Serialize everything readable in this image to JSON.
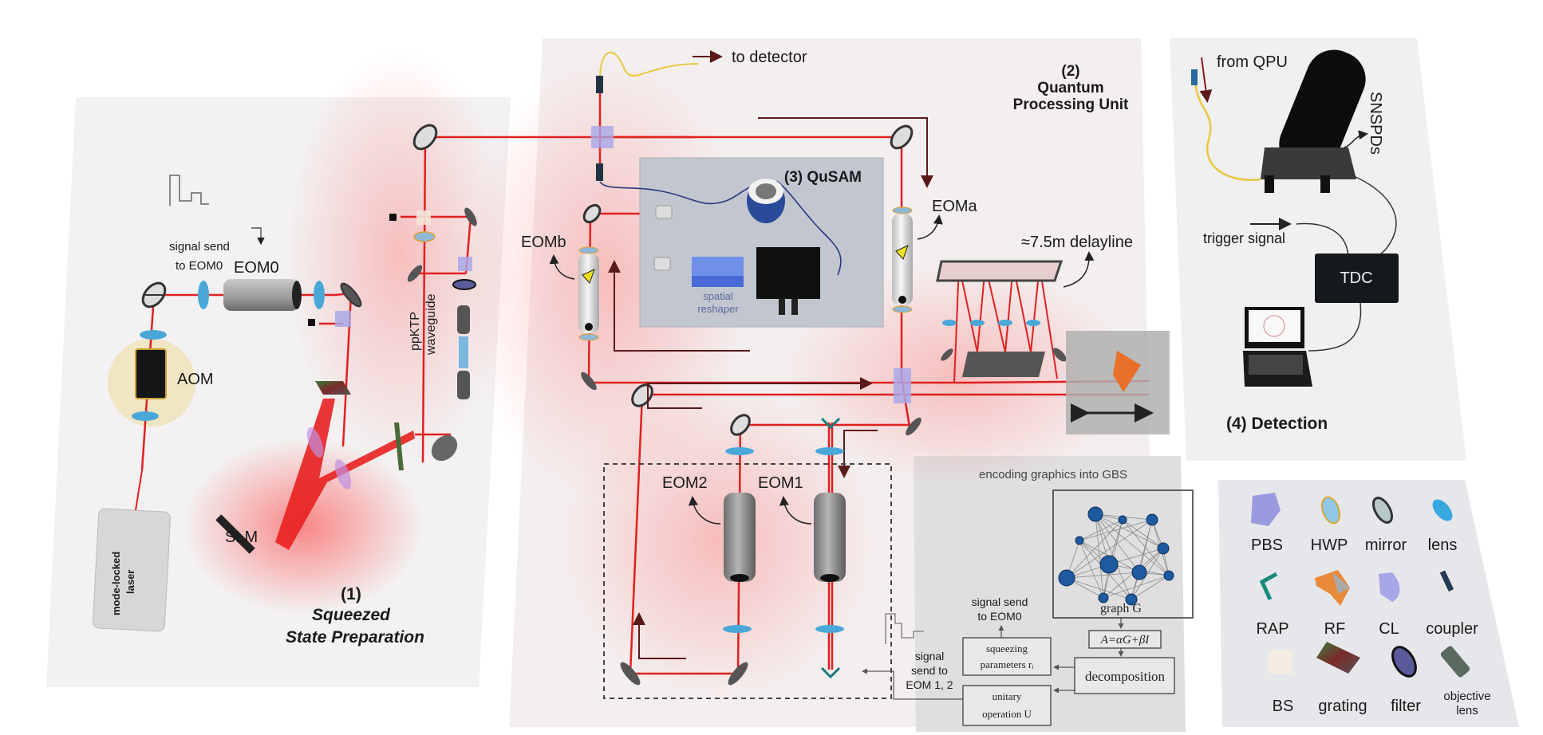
{
  "figure": {
    "panel1": {
      "number": "(1)",
      "title_line1": "Squeezed",
      "title_line2": "State Preparation",
      "labels": {
        "signal_send_line1": "signal send",
        "signal_send_line2": "to EOM0",
        "eom0": "EOM0",
        "aom": "AOM",
        "ppktp_line1": "ppKTP",
        "ppktp_line2": "waveguide",
        "slm": "SLM",
        "laser_line1": "mode-locked",
        "laser_line2": "laser"
      }
    },
    "panel2": {
      "number": "(2)",
      "title_line1": "Quantum",
      "title_line2": "Processing Unit",
      "labels": {
        "to_detector": "to detector",
        "eoma": "EOMa",
        "eomb": "EOMb",
        "delayline": "≈7.5m delayline",
        "eom1": "EOM1",
        "eom2": "EOM2"
      }
    },
    "panel3": {
      "title": "(3) QuSAM",
      "labels": {
        "spatial_line1": "spatial",
        "spatial_line2": "reshaper"
      }
    },
    "panel4": {
      "title": "(4) Detection",
      "labels": {
        "from_qpu": "from QPU",
        "snspds": "SNSPDs",
        "trigger": "trigger signal",
        "tdc": "TDC"
      }
    },
    "encoding": {
      "title": "encoding graphics into GBS",
      "graph_label": "graph G",
      "matrix": "A=αG+βI",
      "decomposition": "decomposition",
      "squeezing_line1": "squeezing",
      "squeezing_line2": "parameters rᵢ",
      "unitary_line1": "unitary",
      "unitary_line2": "operation U",
      "signal_eom0_line1": "signal send",
      "signal_eom0_line2": "to EOM0",
      "signal_eom12_line1": "signal",
      "signal_eom12_line2": "send to",
      "signal_eom12_line3": "EOM 1, 2"
    },
    "legend": {
      "items": [
        {
          "label": "PBS",
          "icon": "pbs-icon"
        },
        {
          "label": "HWP",
          "icon": "hwp-icon"
        },
        {
          "label": "mirror",
          "icon": "mirror-icon"
        },
        {
          "label": "lens",
          "icon": "lens-icon"
        },
        {
          "label": "RAP",
          "icon": "rap-icon"
        },
        {
          "label": "RF",
          "icon": "rf-icon"
        },
        {
          "label": "CL",
          "icon": "cl-icon"
        },
        {
          "label": "coupler",
          "icon": "coupler-icon"
        },
        {
          "label": "BS",
          "icon": "bs-icon"
        },
        {
          "label": "grating",
          "icon": "grating-icon"
        },
        {
          "label": "filter",
          "icon": "filter-icon"
        },
        {
          "label": "objective lens",
          "icon": "objective-lens-icon"
        }
      ]
    },
    "colors": {
      "beam": "#e02020",
      "arrow": "#5a1a1a",
      "lens": "#4aa8d8",
      "pbs": "#9a9ae0",
      "fiber": "#e8c840",
      "node": "#1f5aa0"
    }
  }
}
